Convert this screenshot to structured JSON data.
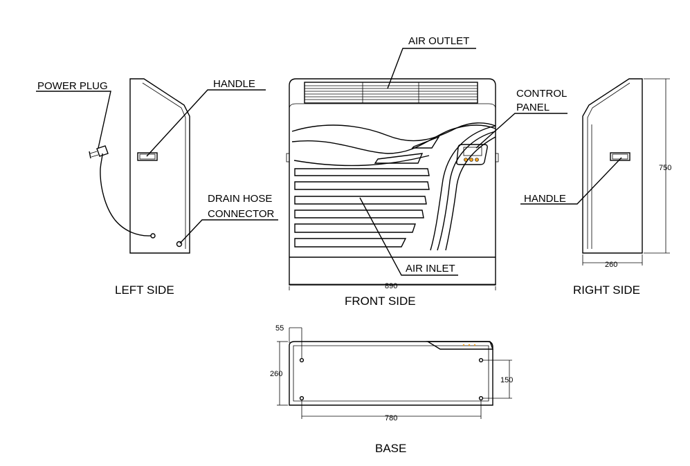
{
  "labels": {
    "power_plug": "POWER PLUG",
    "handle_left": "HANDLE",
    "air_outlet": "AIR OUTLET",
    "control_panel_1": "CONTROL",
    "control_panel_2": "PANEL",
    "drain_hose_1": "DRAIN HOSE",
    "drain_hose_2": "CONNECTOR",
    "air_inlet": "AIR INLET",
    "handle_right": "HANDLE"
  },
  "captions": {
    "left_side": "LEFT SIDE",
    "front_side": "FRONT SIDE",
    "right_side": "RIGHT SIDE",
    "base": "BASE"
  },
  "dimensions": {
    "front_width": "890",
    "right_height": "750",
    "right_depth": "260",
    "base_offset": "55",
    "base_depth": "260",
    "base_hole_spacing": "150",
    "base_hole_width": "780"
  },
  "colors": {
    "line": "#000000",
    "panel_accent": "#f0a020",
    "background": "#ffffff"
  }
}
